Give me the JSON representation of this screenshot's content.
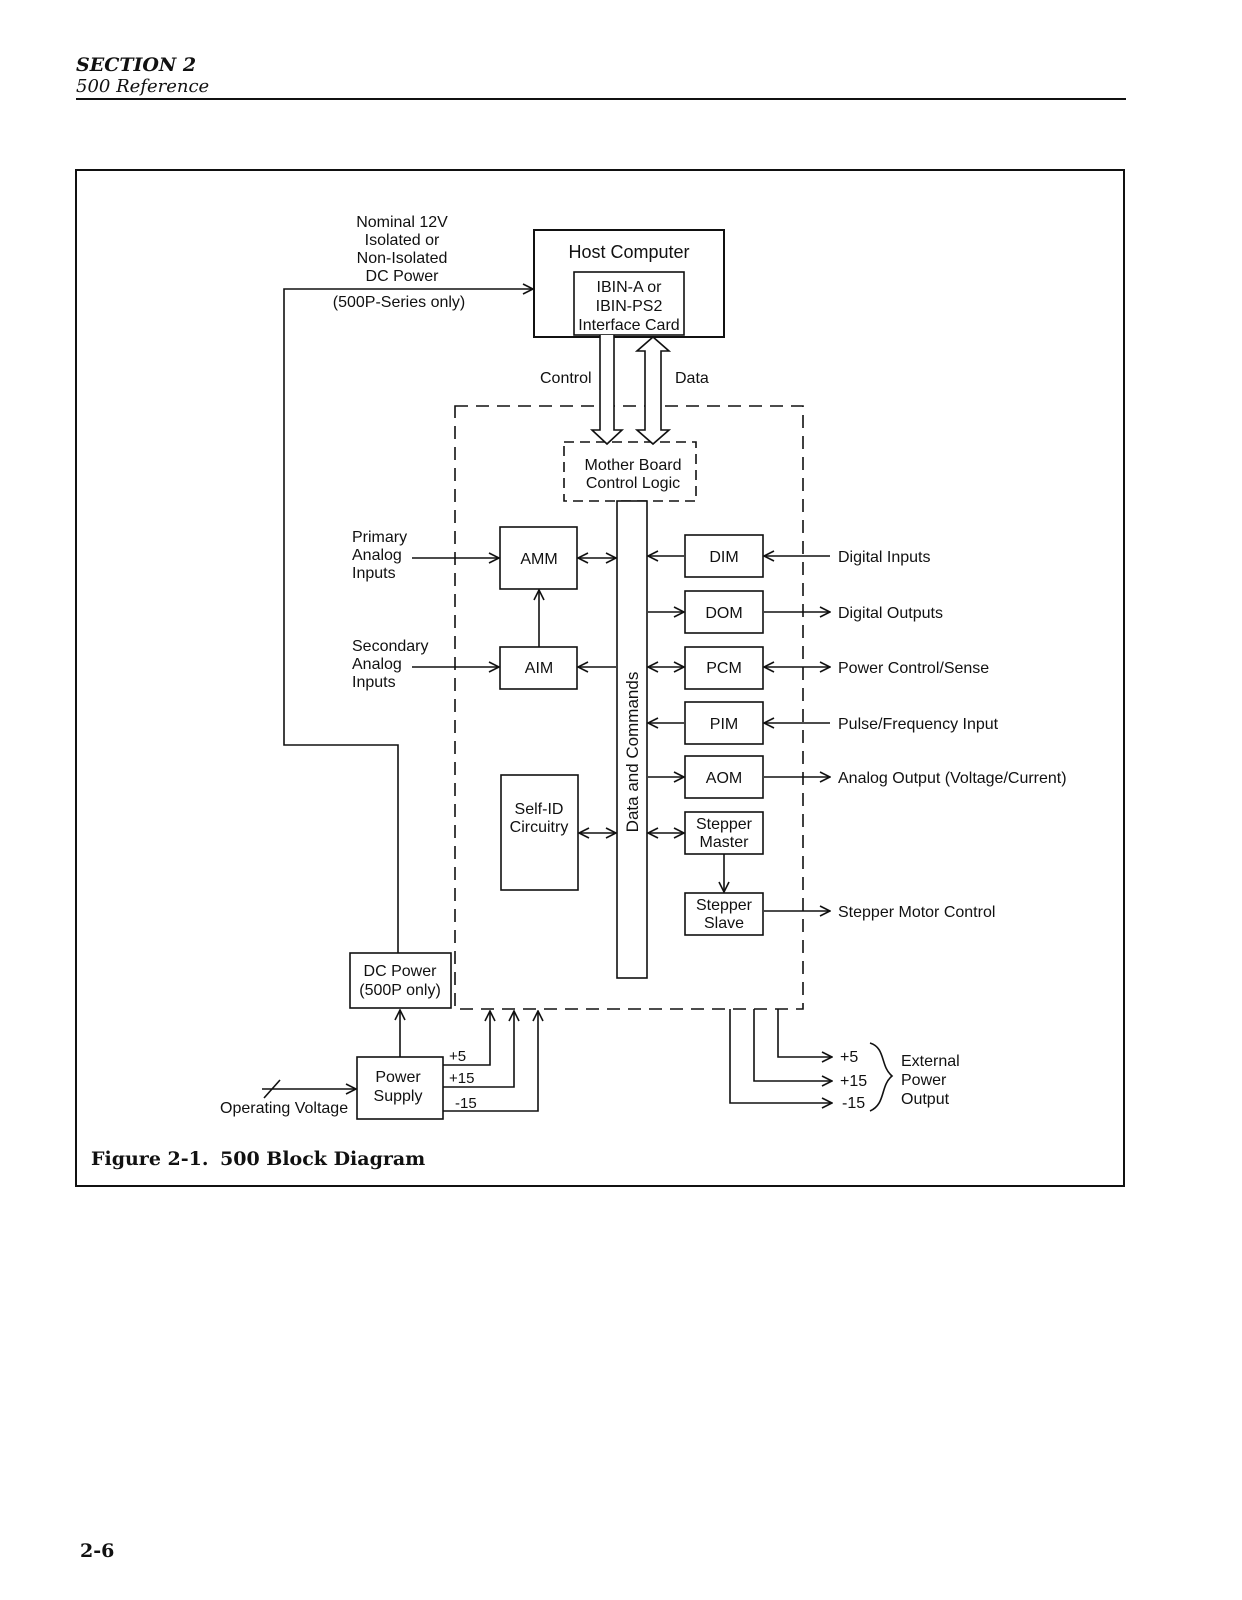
{
  "header": {
    "section": "SECTION 2",
    "subtitle": "500 Reference"
  },
  "page_number": "2-6",
  "figure": {
    "number": "Figure 2-1.",
    "title": "500 Block Diagram"
  },
  "blocks": {
    "host_computer": "Host Computer",
    "interface_card": [
      "IBIN-A or",
      "IBIN-PS2",
      "Interface Card"
    ],
    "mother_board": [
      "Mother Board",
      "Control Logic"
    ],
    "amm": "AMM",
    "aim": "AIM",
    "self_id": [
      "Self-ID",
      "Circuitry"
    ],
    "bus": "Data and Commands",
    "dim": "DIM",
    "dom": "DOM",
    "pcm": "PCM",
    "pim": "PIM",
    "aom": "AOM",
    "stepper_master": [
      "Stepper",
      "Master"
    ],
    "stepper_slave": [
      "Stepper",
      "Slave"
    ],
    "dc_power": [
      "DC Power",
      "(500P only)"
    ],
    "power_supply": [
      "Power",
      "Supply"
    ]
  },
  "labels": {
    "nominal_power": [
      "Nominal 12V",
      "Isolated or",
      "Non-Isolated",
      "DC Power"
    ],
    "series_only": "(500P-Series only)",
    "control": "Control",
    "data": "Data",
    "primary_inputs": [
      "Primary",
      "Analog",
      "Inputs"
    ],
    "secondary_inputs": [
      "Secondary",
      "Analog",
      "Inputs"
    ],
    "digital_inputs": "Digital Inputs",
    "digital_outputs": "Digital Outputs",
    "power_control": "Power Control/Sense",
    "pulse_input": "Pulse/Frequency Input",
    "analog_output": "Analog Output (Voltage/Current)",
    "stepper_control": "Stepper Motor Control",
    "operating_voltage": "Operating Voltage",
    "supply_rails": [
      "+5",
      "+15",
      "-15"
    ],
    "external_rails": [
      "+5",
      "+15",
      "-15"
    ],
    "external_power": [
      "External",
      "Power",
      "Output"
    ]
  }
}
